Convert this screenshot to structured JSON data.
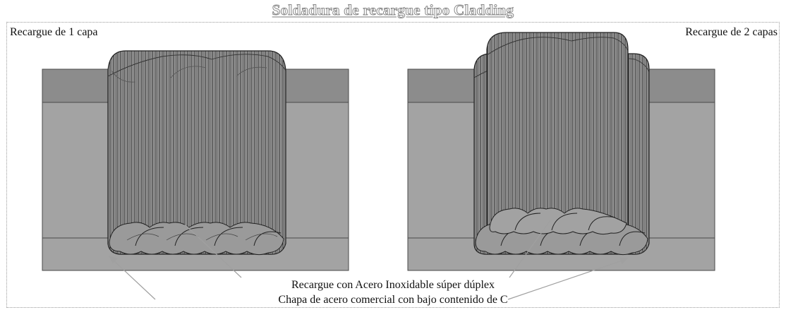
{
  "title": "Soldadura de recargue tipo Cladding",
  "panels": [
    {
      "label": "Recargue de 1 capa",
      "layers": 1,
      "beads_per_layer": 5
    },
    {
      "label": "Recargue de 2 capas",
      "layers": 2,
      "beads_per_layer": 5
    }
  ],
  "callouts": [
    "Recargue con Acero Inoxidable súper dúplex",
    "Chapa de acero comercial con bajo contenido de C"
  ],
  "colors": {
    "plate_top": "#8c8c8c",
    "plate_face": "#a3a3a3",
    "plate_band": "#9a9a9a",
    "bead": "#9e9e9e",
    "bead_line": "#222222",
    "leader": "#a0a0a0"
  }
}
